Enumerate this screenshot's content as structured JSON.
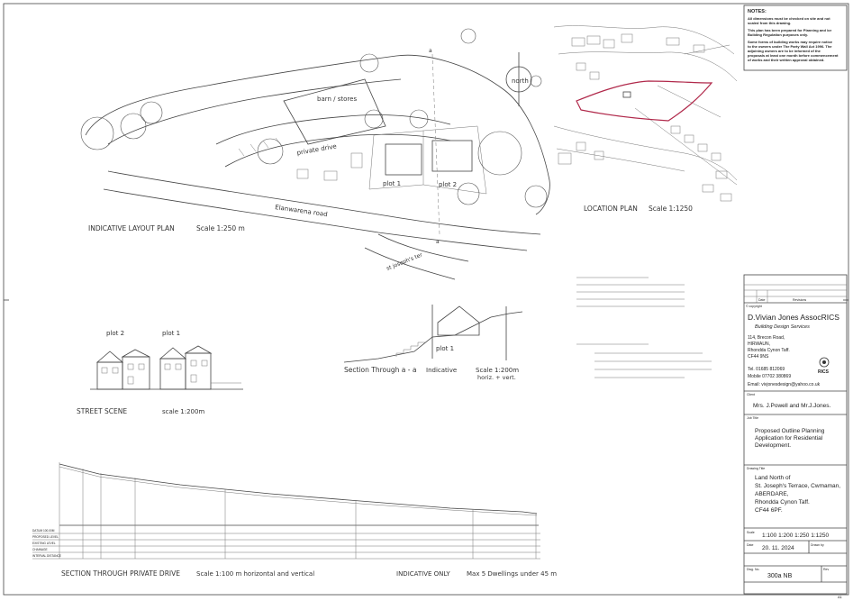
{
  "notes": {
    "heading": "NOTES:",
    "lines": [
      "All dimensions must be checked on site and not",
      "scaled from this drawing.",
      "This plan has been prepared for Planning and /or",
      "Building Regulation purposes only.",
      "Some forms of building works may require notice",
      "to the owners under The Party Wall Act 1996. The",
      "adjoining owners are to be informed of the",
      "proposals at least one month before commencement",
      "of works and their written approval obtained."
    ]
  },
  "layout_plan": {
    "title": "INDICATIVE LAYOUT PLAN",
    "scale": "Scale 1:250 m",
    "barn": "barn / stores",
    "private_drive": "private drive",
    "road": "Elanwarena road",
    "joseph_ter": "st joseph's ter",
    "plot1": "plot 1",
    "plot2": "plot 2",
    "north": "north"
  },
  "location_plan": {
    "title": "LOCATION PLAN",
    "scale": "Scale 1:1250"
  },
  "street_scene": {
    "title": "STREET SCENE",
    "scale": "scale 1:200m",
    "plot2": "plot 2",
    "plot1": "plot 1"
  },
  "section_aa": {
    "title": "Section Through a - a",
    "indicative": "Indicative",
    "scale": "Scale 1:200m",
    "scale2": "horiz. + vert.",
    "plot1": "plot 1"
  },
  "section_drive": {
    "title": "SECTION THROUGH PRIVATE DRIVE",
    "scale": "Scale 1:100 m  horizontal and vertical",
    "indicative": "INDICATIVE ONLY",
    "max": "Max 5 Dwellings under 45 m",
    "row_labels": [
      "DATUM 100.00M",
      "PROPOSED LEVEL",
      "EXISTING LEVEL",
      "CHAINAGE",
      "INTERVAL DISTANCE"
    ]
  },
  "titleblock": {
    "copyright": "© copyright",
    "company": "D.Vivian Jones AssocRICS",
    "services": "Building Design Services",
    "address": [
      "114, Brecon Road,",
      "HIRWAUN,",
      "Rhondda Cynon Taff.",
      "CF44 9NS"
    ],
    "tel": "Tel.    01685 812069",
    "mobile": "Mobile 07702 380869",
    "email": "Email: vivjonesdesign@yahoo.co.uk",
    "rics": "RICS",
    "client_label": "Client",
    "client": "Mrs. J.Powell and Mr.J.Jones.",
    "job_label": "Job Title",
    "job": [
      "Proposed Outline Planning",
      "Application for Residential",
      "Development."
    ],
    "drawing_label": "Drawing Title",
    "drawing": [
      "Land North of",
      "St. Joseph's Terrace, Cwmaman,",
      "ABERDARE,",
      "Rhondda Cynon Taff.",
      "CF44 6PF."
    ],
    "scale_label": "Scale",
    "scale": "1:100  1:200  1:250  1:1250",
    "date_label": "Date",
    "date": "20. 11. 2024",
    "drawn_label": "Drawn by",
    "dwg_label": "Dwg. No.",
    "dwg": "300a  NB",
    "rev_label": "Rev",
    "date_col": "Date",
    "revisions_col": "Revisions",
    "sheet_size": "A1"
  },
  "colors": {
    "site_boundary": "#b0284a",
    "line": "#444444"
  }
}
